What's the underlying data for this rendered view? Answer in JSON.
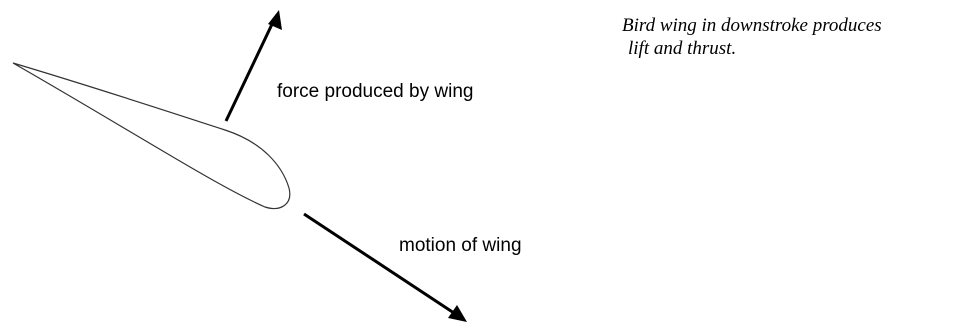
{
  "diagram": {
    "caption_line1": "Bird wing in downstroke produces",
    "caption_line2": "lift and thrust.",
    "force_label": "force produced by wing",
    "motion_label": "motion of wing",
    "stroke_color": "#000000",
    "airfoil_color": "#333333"
  }
}
